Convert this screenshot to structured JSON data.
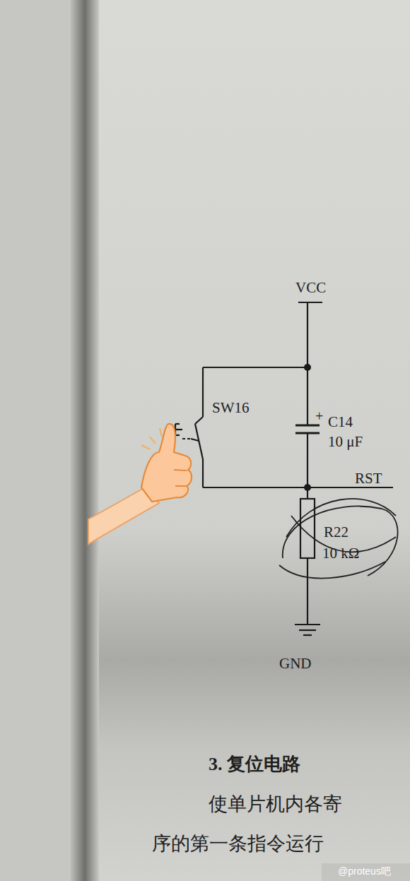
{
  "diagram": {
    "labels": [
      "VCC",
      "SW16",
      "+",
      "C14",
      "10 μF",
      "RST",
      "R22",
      "10 kΩ",
      "GND",
      "3. 复位电路",
      "使单片机内各寄",
      "序的第一条指令运行",
      "@proteus吧"
    ]
  }
}
